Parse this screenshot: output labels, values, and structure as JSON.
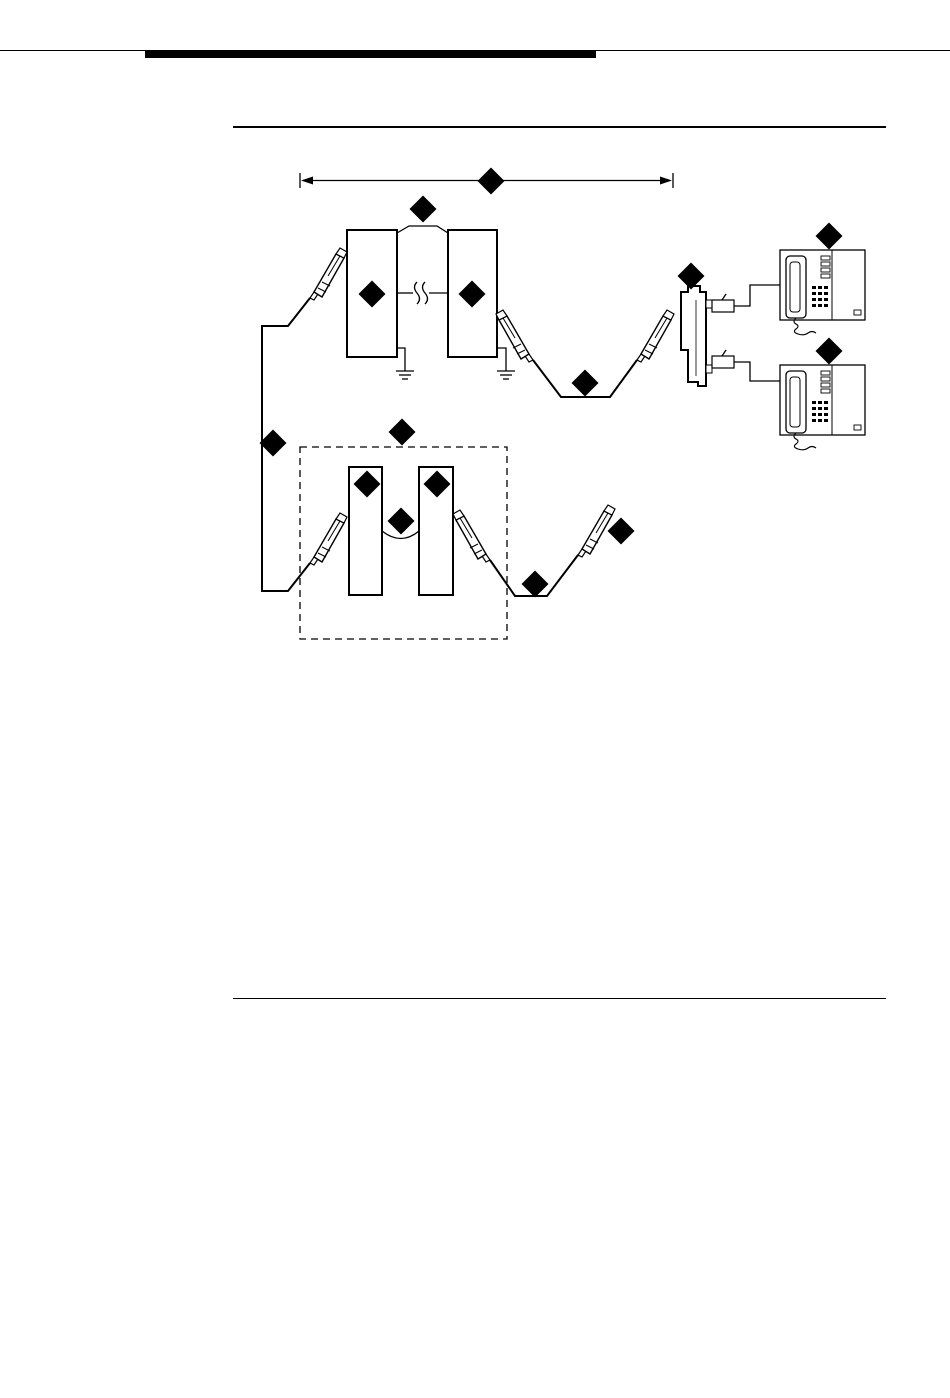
{
  "page": {
    "background": "#ffffff",
    "ink": "#000000"
  },
  "diagram": {
    "callouts": [
      {
        "id": "span-arrow-callout"
      },
      {
        "id": "link-top-callout"
      },
      {
        "id": "left-cabinet-callout"
      },
      {
        "id": "right-cabinet-callout"
      },
      {
        "id": "connector-block-callout"
      },
      {
        "id": "phone-upper-callout"
      },
      {
        "id": "phone-lower-callout"
      },
      {
        "id": "cable-lower-middle-callout"
      },
      {
        "id": "left-cable-callout"
      },
      {
        "id": "dashed-group-callout"
      },
      {
        "id": "group-left-cabinet-callout"
      },
      {
        "id": "group-right-cabinet-callout"
      },
      {
        "id": "group-link-callout"
      },
      {
        "id": "cable-bottom-callout"
      },
      {
        "id": "loose-connector-callout"
      }
    ]
  }
}
